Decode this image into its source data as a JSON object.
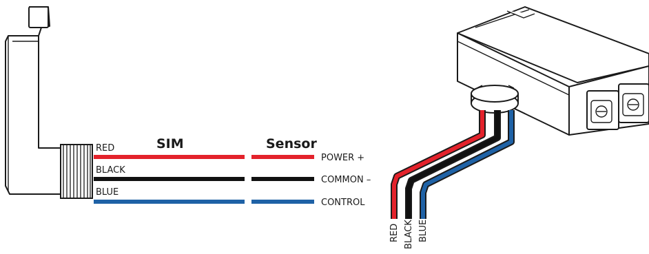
{
  "headers": {
    "sim": "SIM",
    "sensor": "Sensor"
  },
  "wires_left": [
    {
      "name": "RED",
      "color": "#e3222b"
    },
    {
      "name": "BLACK",
      "color": "#111111"
    },
    {
      "name": "BLUE",
      "color": "#1f62a6"
    }
  ],
  "connections": {
    "power": "POWER +",
    "common": "COMMON –",
    "control": "CONTROL"
  },
  "sensor_leads": {
    "red": "RED",
    "black": "BLACK",
    "blue": "BLUE"
  }
}
